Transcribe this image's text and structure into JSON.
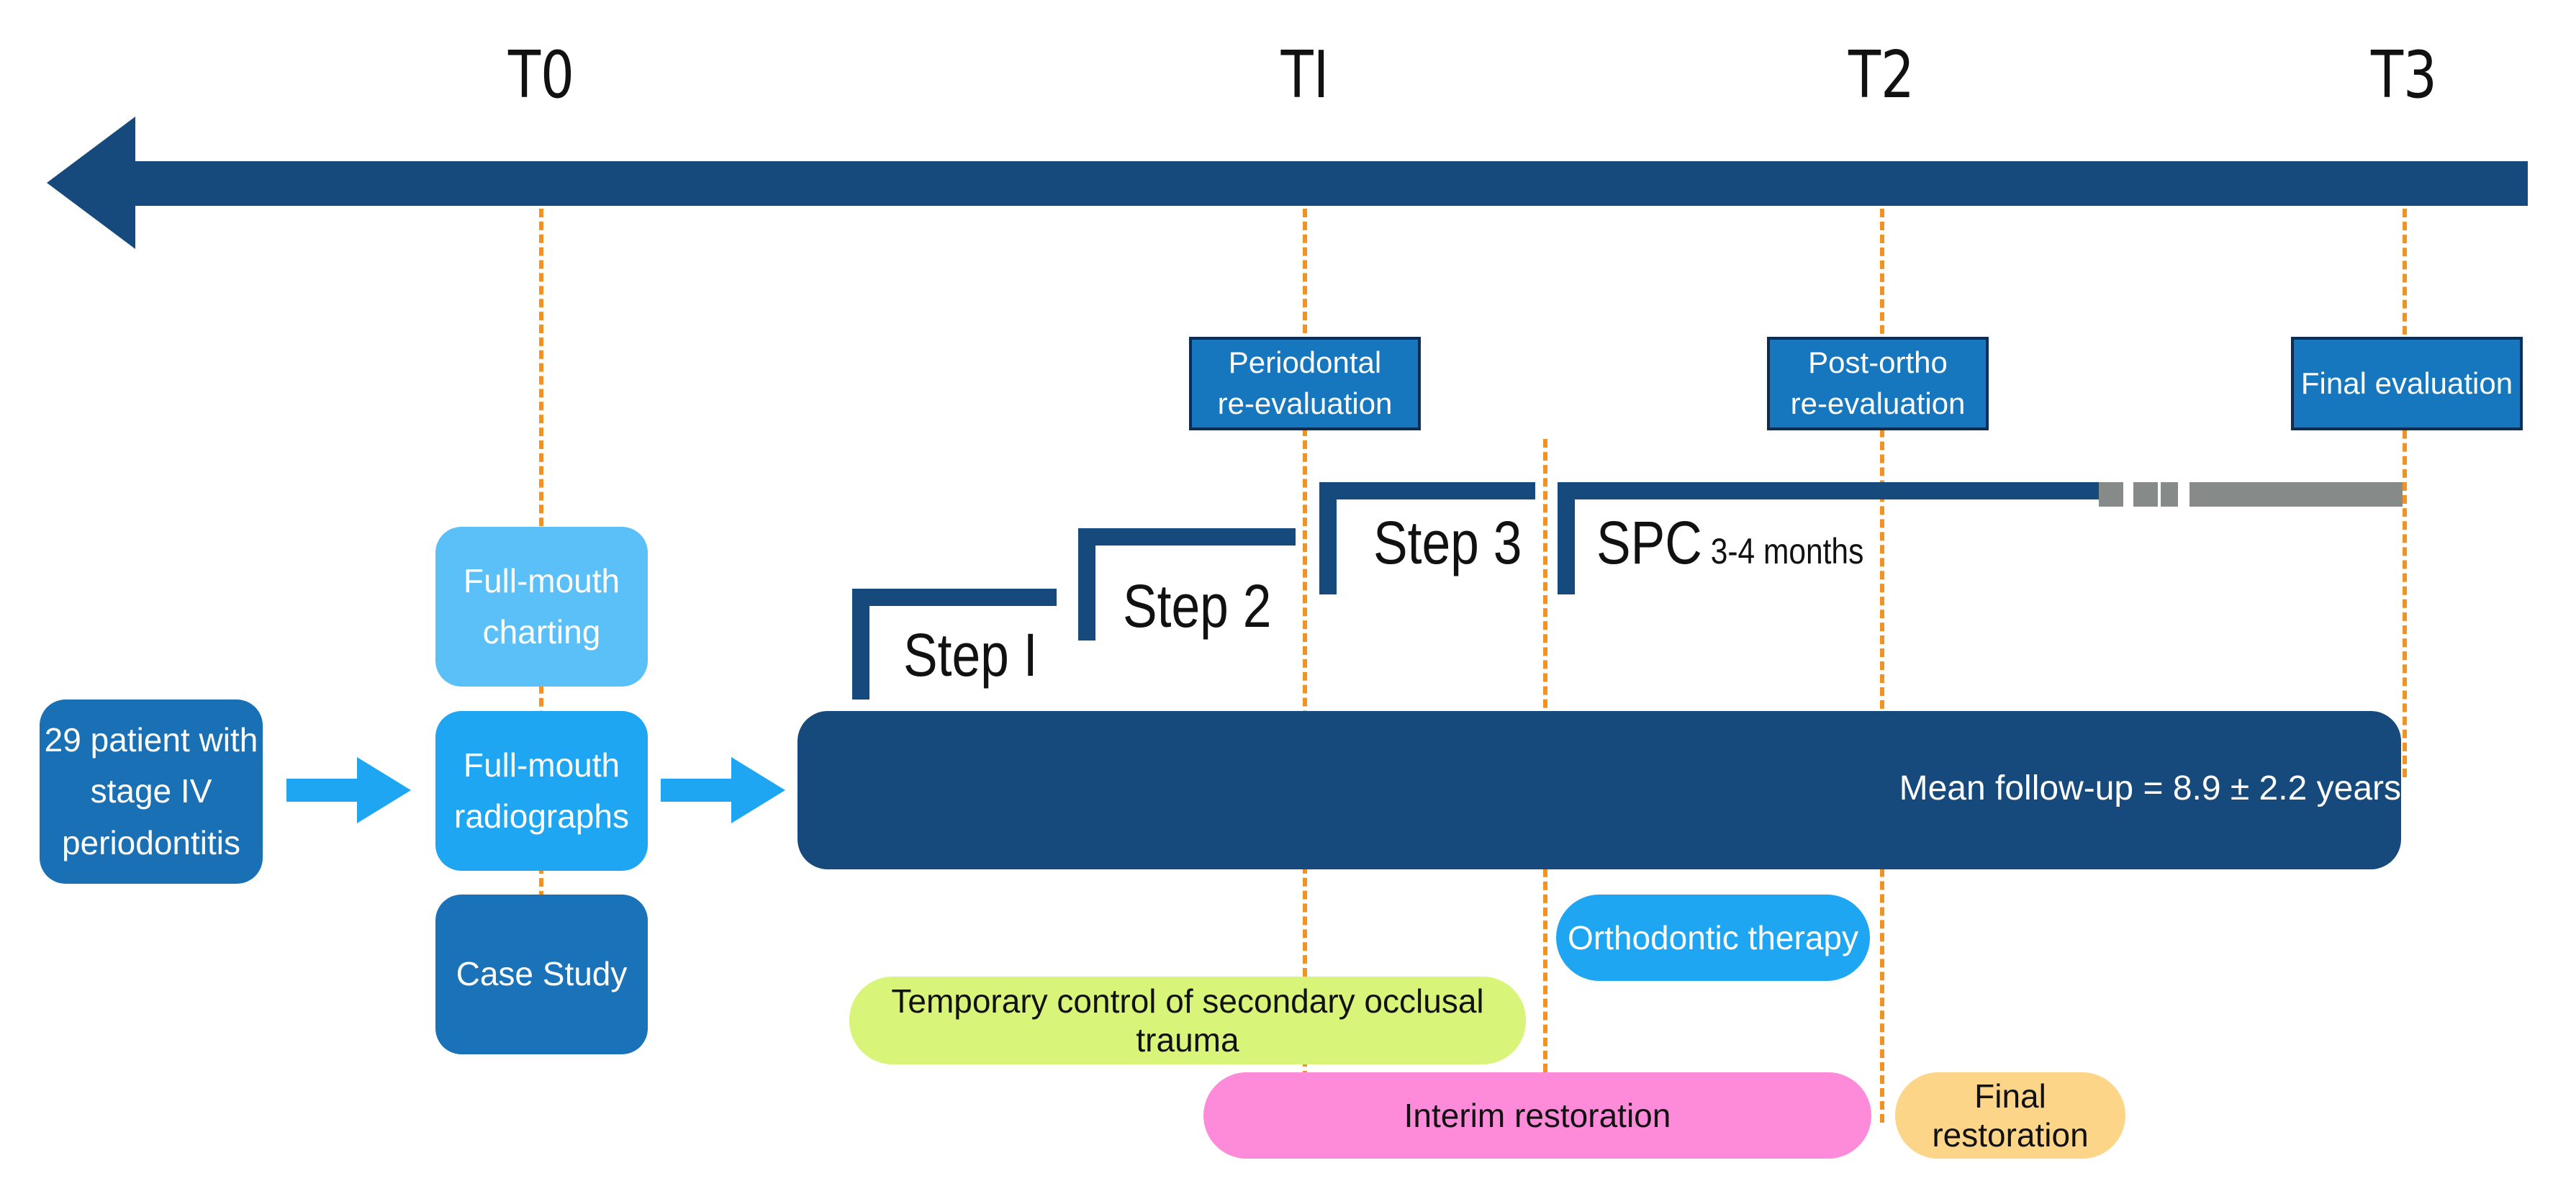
{
  "timepoints": [
    "T0",
    "TI",
    "T2",
    "T3"
  ],
  "evaluations": {
    "periodontal": [
      "Periodontal",
      "re-evaluation"
    ],
    "post_ortho": [
      "Post-ortho",
      "re-evaluation"
    ],
    "final": "Final evaluation"
  },
  "patients": [
    "29 patient with",
    "stage IV",
    "periodontitis"
  ],
  "assessments": {
    "charting": [
      "Full-mouth",
      "charting"
    ],
    "radiographs": [
      "Full-mouth",
      "radiographs"
    ],
    "case_study": "Case Study"
  },
  "steps": {
    "step1": "Step I",
    "step2": "Step 2",
    "step3": "Step 3",
    "spc": "SPC",
    "spc_interval": "3-4 months"
  },
  "follow_up": "Mean follow-up = 8.9 ± 2.2 years",
  "treatments": {
    "orthodontic": "Orthodontic therapy",
    "temporary_control": "Temporary control of secondary occlusal trauma",
    "interim": "Interim restoration",
    "final": "Final restoration"
  },
  "colors": {
    "timeline": "#174a7c",
    "dashed_line": "#f29222",
    "eval_box": "#1677bf",
    "patient_box": "#1a70b5",
    "charting": "#5bc0f8",
    "radiographs": "#1ea6f3",
    "case_study": "#1a72b8",
    "follow_up_bar": "#174a7c",
    "orthodontic": "#1ea6f3",
    "temporary_control": "#d8f57a",
    "interim": "#fd8bd9",
    "final_restoration": "#fdd589",
    "spc_dashed": "#868b89",
    "flow_arrow": "#1ea6f3"
  }
}
